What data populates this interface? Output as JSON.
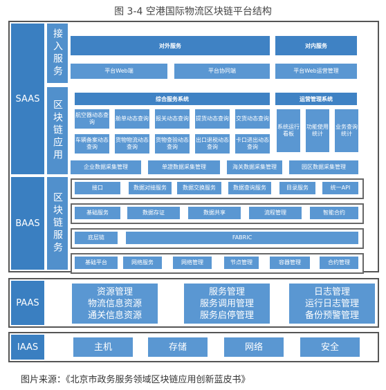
{
  "title": "图 3-4  空港国际物流区块链平台结构",
  "caption": "图片来源：《北京市政务服务领域区块链应用创新蓝皮书》",
  "layers": {
    "saas": "SAAS",
    "baas": "BAAS",
    "paas": "PAAS",
    "iaas": "IAAS"
  },
  "saas": {
    "access": {
      "label": "接入服务",
      "external": {
        "title": "对外服务",
        "items": [
          "平台Web端",
          "平台协同端"
        ]
      },
      "internal": {
        "title": "对内服务",
        "items": [
          "平台Web运营管理"
        ]
      }
    },
    "blockchain_app": {
      "label": "区块链应用",
      "integrated": {
        "title": "综合服务系统",
        "items": [
          "航空器动态查询",
          "舱单动态查询",
          "报关动态查询",
          "提货动态查询",
          "交货动态查询",
          "车辆备案动态查询",
          "货物物流动态查询",
          "货物查验动态查询",
          "出口退税动态查询",
          "卡口进出动态查询"
        ]
      },
      "ops": {
        "title": "运营管理系统",
        "items": [
          "系统运行看板",
          "功能使用统计",
          "业务查询统计"
        ]
      },
      "collect": [
        "企业数据采集管理",
        "单證数据采集管理",
        "海关数据采集管理",
        "园区数据采集管理"
      ]
    }
  },
  "baas": {
    "label": "区块链服务",
    "row1": [
      "接口",
      "数据对接服务",
      "数据交换服务",
      "数据查询服务",
      "目录服务",
      "统一API"
    ],
    "row2": [
      "基础服务",
      "数据存证",
      "数据共享",
      "流程管理",
      "智能合约"
    ],
    "row3": [
      "底层链",
      "FABRIC"
    ],
    "row4": [
      "基础平台",
      "网络服务",
      "网络管理",
      "节点管理",
      "容器管理",
      "合约管理"
    ]
  },
  "paas": [
    [
      "资源管理",
      "物流信息资源",
      "通关信息资源"
    ],
    [
      "服务管理",
      "服务调用管理",
      "服务启停管理"
    ],
    [
      "日志管理",
      "运行日志管理",
      "备份预警管理"
    ]
  ],
  "iaas": [
    "主机",
    "存储",
    "网络",
    "安全"
  ]
}
